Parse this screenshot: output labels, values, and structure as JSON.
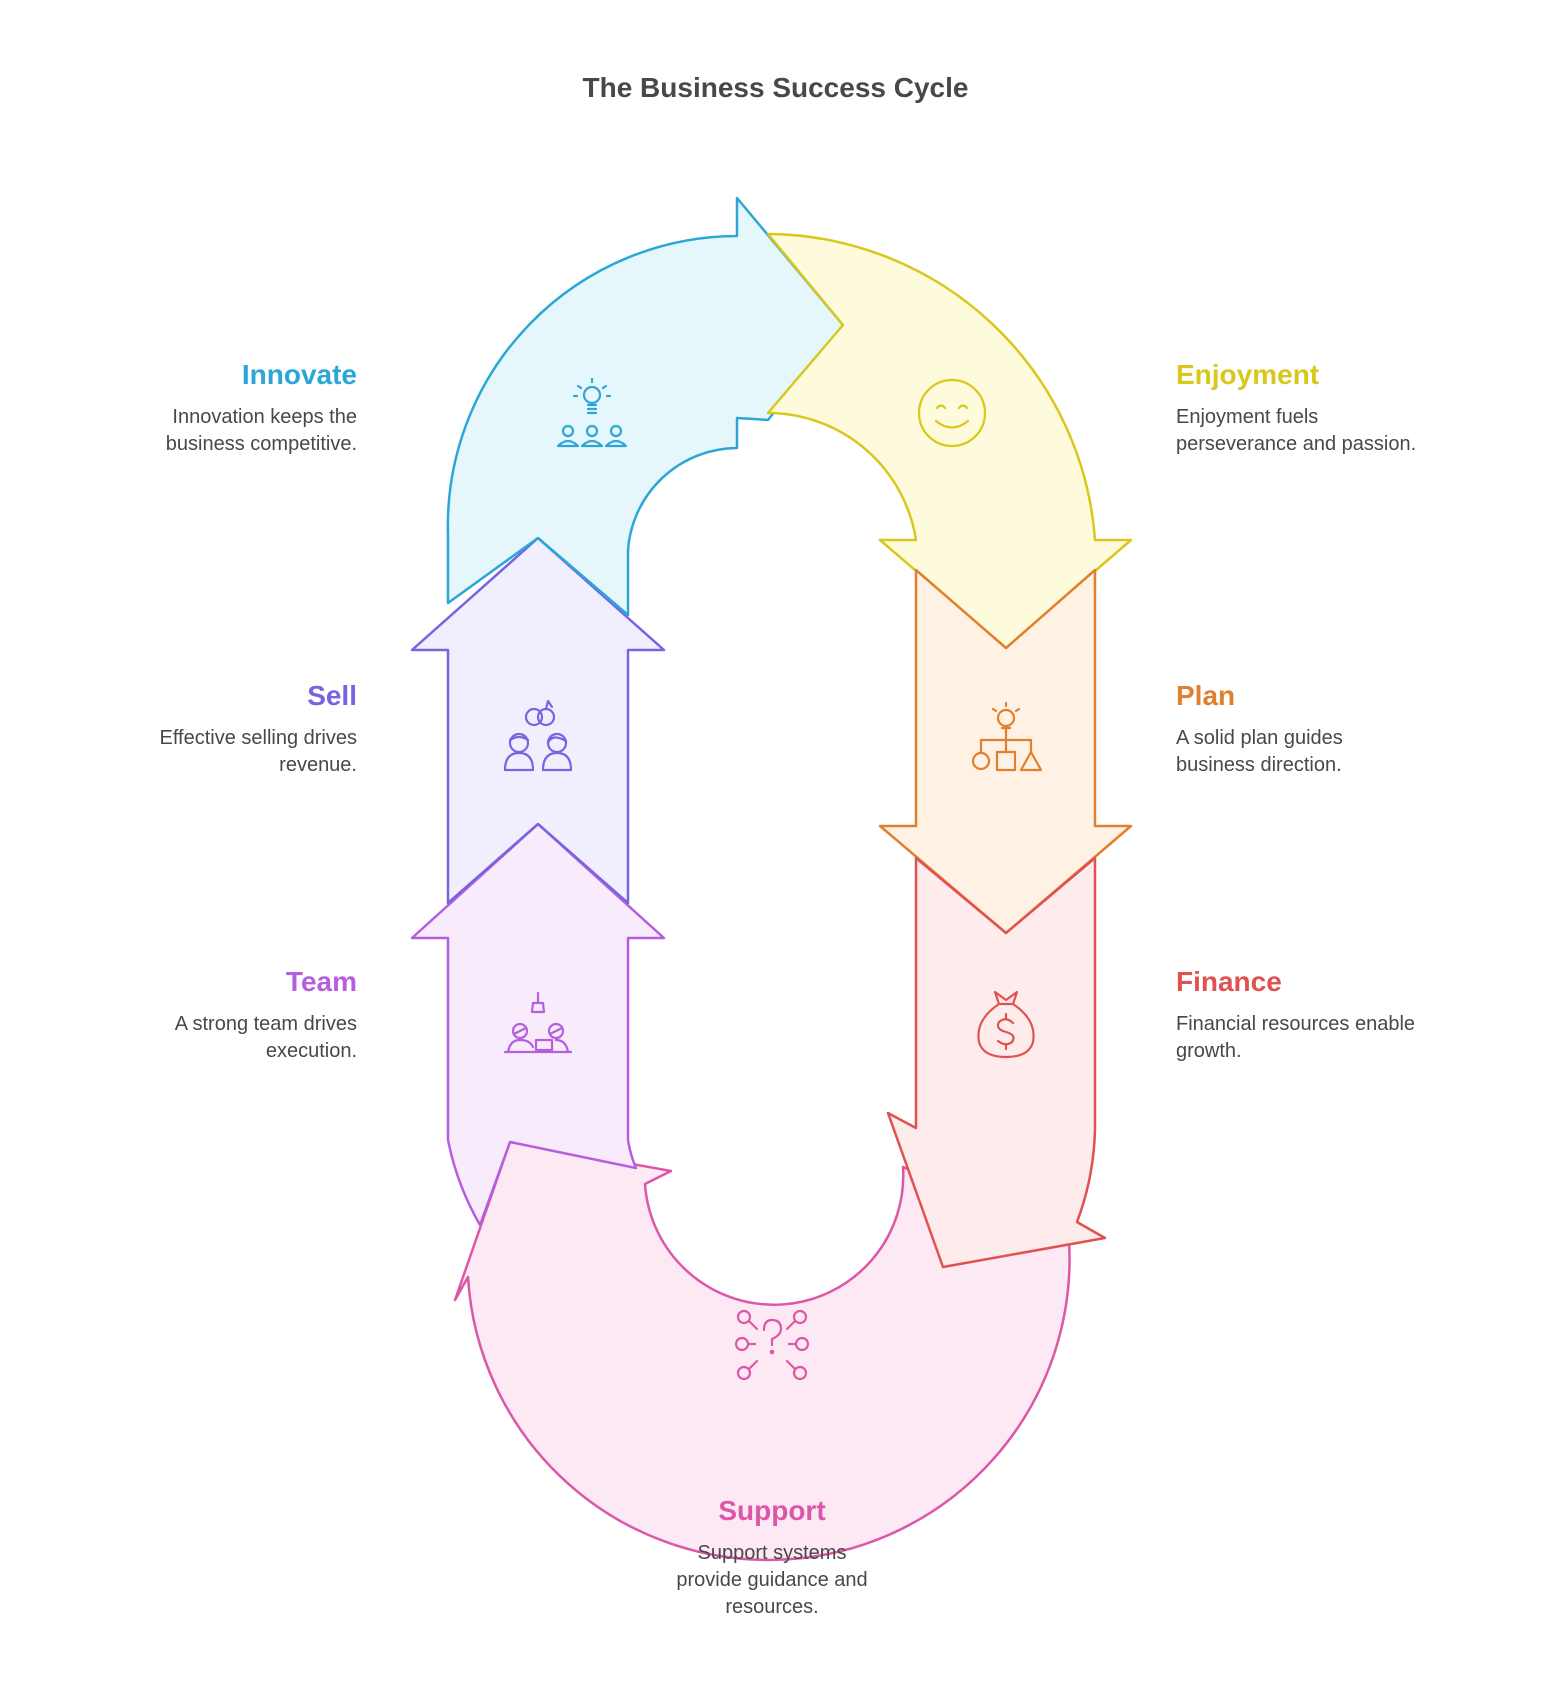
{
  "title": "The Business Success Cycle",
  "stages": [
    {
      "id": "innovate",
      "name": "Innovate",
      "description": "Innovation keeps the business competitive.",
      "color": "#2aa7d6",
      "fill": "#e6f7fc",
      "icon": "lightbulb-team-icon"
    },
    {
      "id": "enjoyment",
      "name": "Enjoyment",
      "description": "Enjoyment fuels perseverance and passion.",
      "color": "#d9c71c",
      "fill": "#fefbdc",
      "icon": "smiley-face-icon"
    },
    {
      "id": "plan",
      "name": "Plan",
      "description": "A solid plan guides business direction.",
      "color": "#e0802e",
      "fill": "#fff1e4",
      "icon": "idea-flowchart-icon"
    },
    {
      "id": "finance",
      "name": "Finance",
      "description": "Financial resources enable growth.",
      "color": "#e05252",
      "fill": "#fdeceb",
      "icon": "money-bag-icon"
    },
    {
      "id": "support",
      "name": "Support",
      "description": "Support systems provide guidance and resources.",
      "color": "#dd57a8",
      "fill": "#fde9f4",
      "icon": "question-network-icon"
    },
    {
      "id": "team",
      "name": "Team",
      "description": "A strong team drives execution.",
      "color": "#b65ee0",
      "fill": "#f8ecfc",
      "icon": "team-meeting-icon"
    },
    {
      "id": "sell",
      "name": "Sell",
      "description": "Effective selling drives revenue.",
      "color": "#7a63e0",
      "fill": "#f1effd",
      "icon": "sales-people-icon"
    }
  ]
}
